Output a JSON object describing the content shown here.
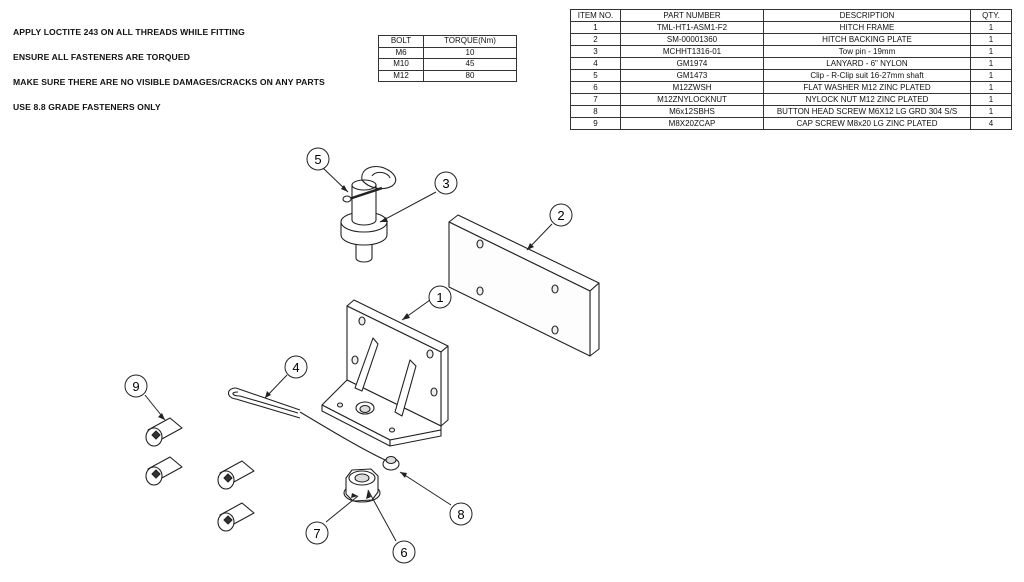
{
  "notes": [
    "APPLY LOCTITE 243 ON ALL THREADS WHILE FITTING",
    "ENSURE ALL FASTENERS ARE TORQUED",
    "MAKE SURE THERE ARE NO VISIBLE DAMAGES/CRACKS ON ANY PARTS",
    "USE 8.8 GRADE FASTENERS ONLY"
  ],
  "torque_table": {
    "headers": [
      "BOLT",
      "TORQUE(Nm)"
    ],
    "rows": [
      [
        "M6",
        "10"
      ],
      [
        "M10",
        "45"
      ],
      [
        "M12",
        "80"
      ]
    ]
  },
  "bom_table": {
    "headers": [
      "ITEM NO.",
      "PART NUMBER",
      "DESCRIPTION",
      "QTY."
    ],
    "rows": [
      [
        "1",
        "TML-HT1-ASM1-F2",
        "HITCH FRAME",
        "1"
      ],
      [
        "2",
        "SM-00001360",
        "HITCH BACKING PLATE",
        "1"
      ],
      [
        "3",
        "MCHHT1316-01",
        "Tow  pin - 19mm",
        "1"
      ],
      [
        "4",
        "GM1974",
        "LANYARD - 6\" NYLON",
        "1"
      ],
      [
        "5",
        "GM1473",
        "Clip - R-Clip suit 16-27mm shaft",
        "1"
      ],
      [
        "6",
        "M12ZWSH",
        "FLAT WASHER M12 ZINC PLATED",
        "1"
      ],
      [
        "7",
        "M12ZNYLOCKNUT",
        "NYLOCK NUT M12 ZINC PLATED",
        "1"
      ],
      [
        "8",
        "M6x12SBHS",
        "BUTTON HEAD SCREW M6X12 LG GRD 304 S/S",
        "1"
      ],
      [
        "9",
        "M8X20ZCAP",
        "CAP SCREW M8x20 LG ZINC PLATED",
        "4"
      ]
    ]
  },
  "callouts": [
    "1",
    "2",
    "3",
    "4",
    "5",
    "6",
    "7",
    "8",
    "9"
  ]
}
